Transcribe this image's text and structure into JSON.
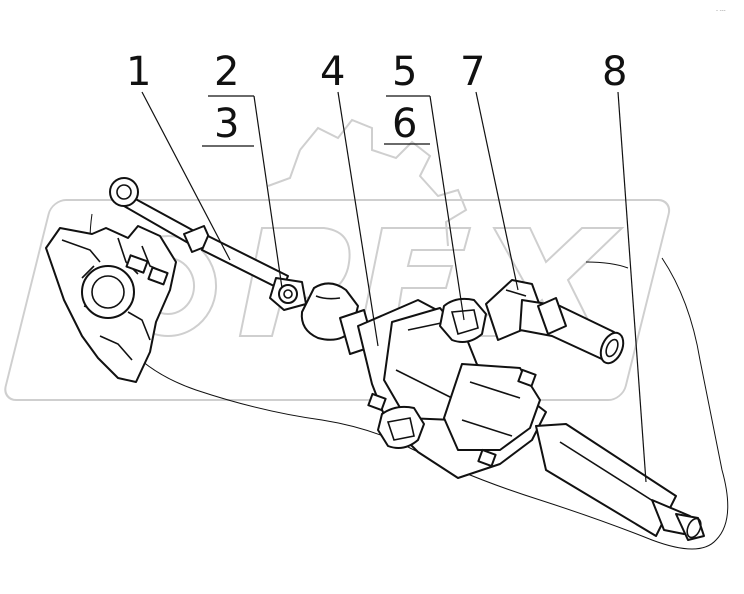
{
  "watermark": "OPEX",
  "corner_mark": "- ---",
  "callouts": {
    "c1": "1",
    "c2": "2",
    "c3": "3",
    "c4": "4",
    "c5": "5",
    "c6": "6",
    "c7": "7",
    "c8": "8"
  },
  "colors": {
    "ink": "#111111",
    "watermark": "#cfcfcf",
    "paper": "#ffffff"
  }
}
